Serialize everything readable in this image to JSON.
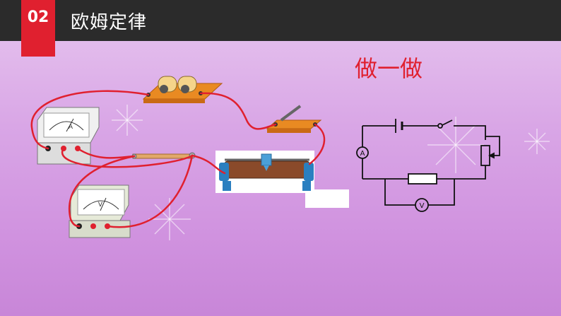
{
  "header": {
    "section_number": "02",
    "title": "欧姆定律"
  },
  "subtitle": "做一做",
  "apparatus": {
    "ammeter_symbol": "A",
    "voltmeter_symbol": "V"
  },
  "schematic": {
    "ammeter_label": "A",
    "voltmeter_label": "V"
  },
  "colors": {
    "header_bg": "#2b2b2b",
    "accent": "#e0202f",
    "wire": "#e0202f",
    "board": "#e98a22"
  }
}
